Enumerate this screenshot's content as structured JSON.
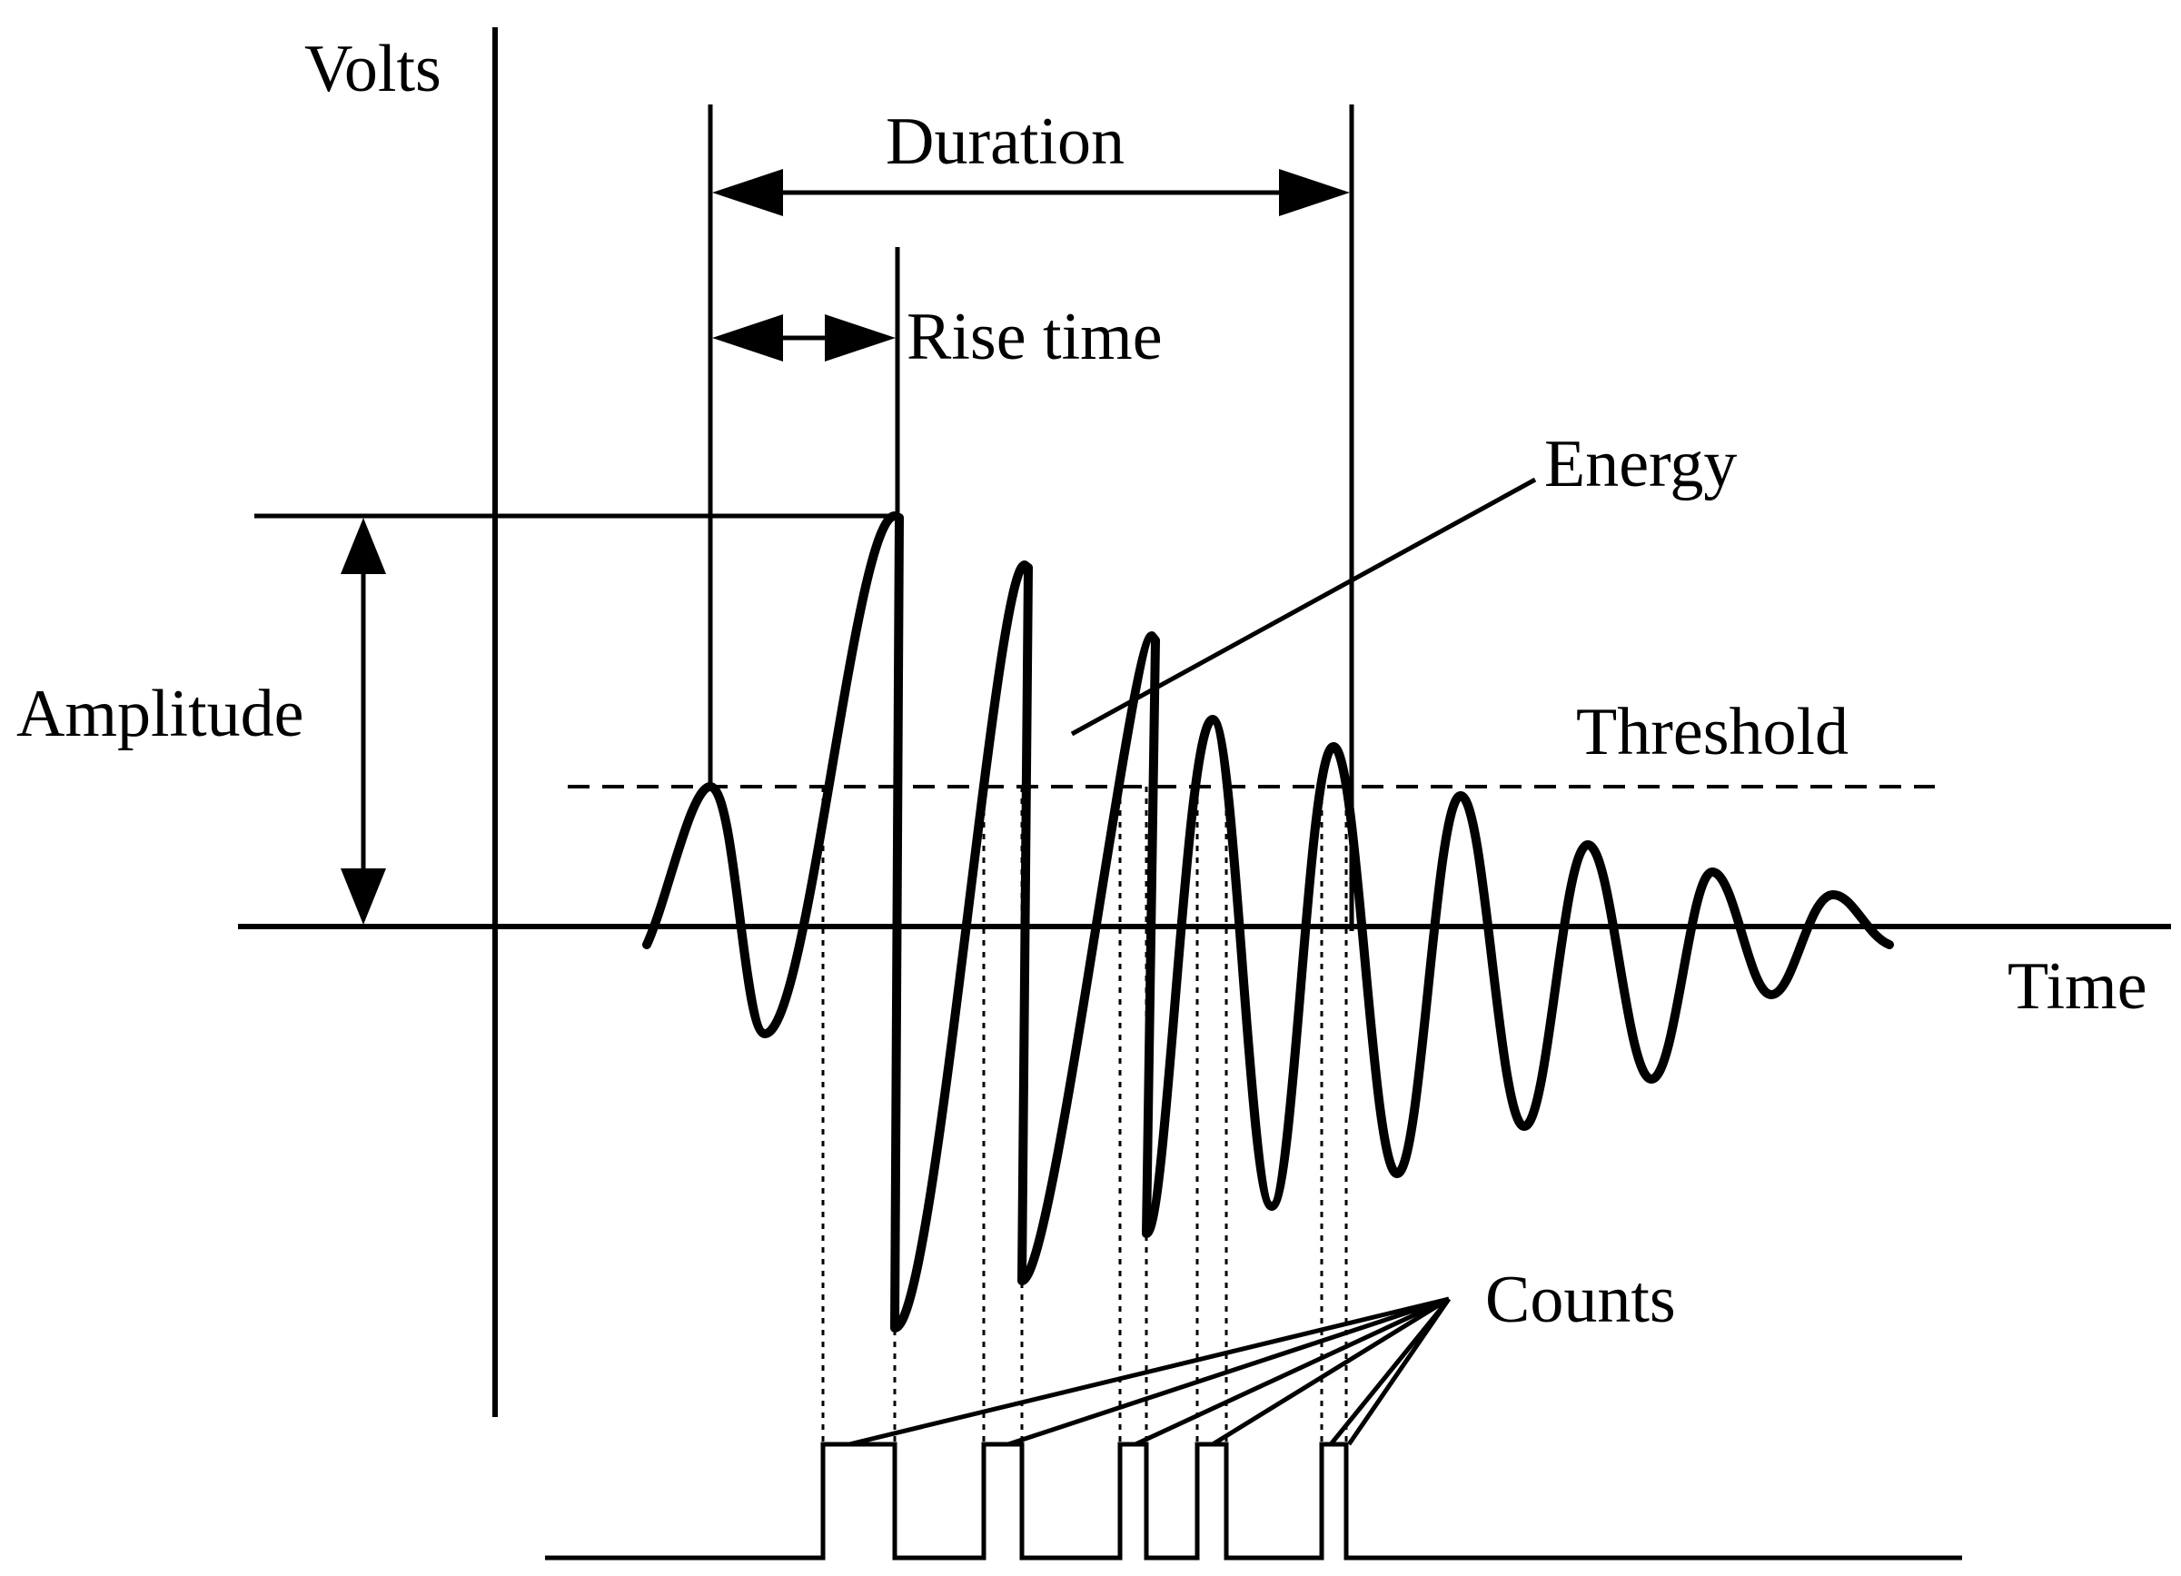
{
  "labels": {
    "volts": "Volts",
    "time": "Time",
    "duration": "Duration",
    "rise_time": "Rise time",
    "energy": "Energy",
    "threshold": "Threshold",
    "amplitude": "Amplitude",
    "counts": "Counts"
  },
  "colors": {
    "ink": "#000000",
    "background": "#ffffff"
  }
}
